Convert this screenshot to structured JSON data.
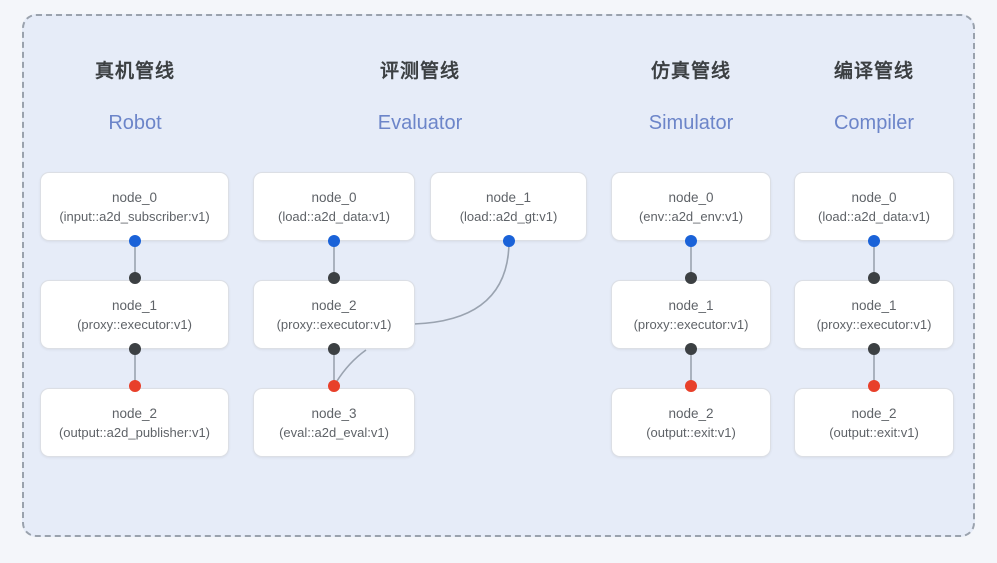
{
  "diagram": {
    "frame_style": "dashed",
    "frame_bg": "#e6ecf8",
    "frame_border_color": "#9aa2ad",
    "colors": {
      "port_start": "#1a62d8",
      "port_mid": "#3c4043",
      "port_end": "#e8402a",
      "edge": "#9aa3b0",
      "node_text": "#5f6368",
      "title_cn": "#3c4043",
      "title_en": "#6c85c9"
    }
  },
  "columns": [
    {
      "key": "robot",
      "title_cn": "真机管线",
      "title_en": "Robot",
      "nodes": [
        {
          "name": "node_0",
          "type": "(input::a2d_subscriber:v1)"
        },
        {
          "name": "node_1",
          "type": "(proxy::executor:v1)"
        },
        {
          "name": "node_2",
          "type": "(output::a2d_publisher:v1)"
        }
      ]
    },
    {
      "key": "evaluator",
      "title_cn": "评测管线",
      "title_en": "Evaluator",
      "nodes": [
        {
          "name": "node_0",
          "type": "(load::a2d_data:v1)"
        },
        {
          "name": "node_1",
          "type": "(load::a2d_gt:v1)"
        },
        {
          "name": "node_2",
          "type": "(proxy::executor:v1)"
        },
        {
          "name": "node_3",
          "type": "(eval::a2d_eval:v1)"
        }
      ]
    },
    {
      "key": "simulator",
      "title_cn": "仿真管线",
      "title_en": "Simulator",
      "nodes": [
        {
          "name": "node_0",
          "type": "(env::a2d_env:v1)"
        },
        {
          "name": "node_1",
          "type": "(proxy::executor:v1)"
        },
        {
          "name": "node_2",
          "type": "(output::exit:v1)"
        }
      ]
    },
    {
      "key": "compiler",
      "title_cn": "编译管线",
      "title_en": "Compiler",
      "nodes": [
        {
          "name": "node_0",
          "type": "(load::a2d_data:v1)"
        },
        {
          "name": "node_1",
          "type": "(proxy::executor:v1)"
        },
        {
          "name": "node_2",
          "type": "(output::exit:v1)"
        }
      ]
    }
  ],
  "headers": {
    "robot": {
      "cn": "真机管线",
      "en": "Robot"
    },
    "evaluator": {
      "cn": "评测管线",
      "en": "Evaluator"
    },
    "simulator": {
      "cn": "仿真管线",
      "en": "Simulator"
    },
    "compiler": {
      "cn": "编译管线",
      "en": "Compiler"
    }
  },
  "nodes": {
    "robot_0_name": "node_0",
    "robot_0_type": "(input::a2d_subscriber:v1)",
    "robot_1_name": "node_1",
    "robot_1_type": "(proxy::executor:v1)",
    "robot_2_name": "node_2",
    "robot_2_type": "(output::a2d_publisher:v1)",
    "eval_0_name": "node_0",
    "eval_0_type": "(load::a2d_data:v1)",
    "eval_gt_name": "node_1",
    "eval_gt_type": "(load::a2d_gt:v1)",
    "eval_2_name": "node_2",
    "eval_2_type": "(proxy::executor:v1)",
    "eval_3_name": "node_3",
    "eval_3_type": "(eval::a2d_eval:v1)",
    "sim_0_name": "node_0",
    "sim_0_type": "(env::a2d_env:v1)",
    "sim_1_name": "node_1",
    "sim_1_type": "(proxy::executor:v1)",
    "sim_2_name": "node_2",
    "sim_2_type": "(output::exit:v1)",
    "comp_0_name": "node_0",
    "comp_0_type": "(load::a2d_data:v1)",
    "comp_1_name": "node_1",
    "comp_1_type": "(proxy::executor:v1)",
    "comp_2_name": "node_2",
    "comp_2_type": "(output::exit:v1)"
  }
}
